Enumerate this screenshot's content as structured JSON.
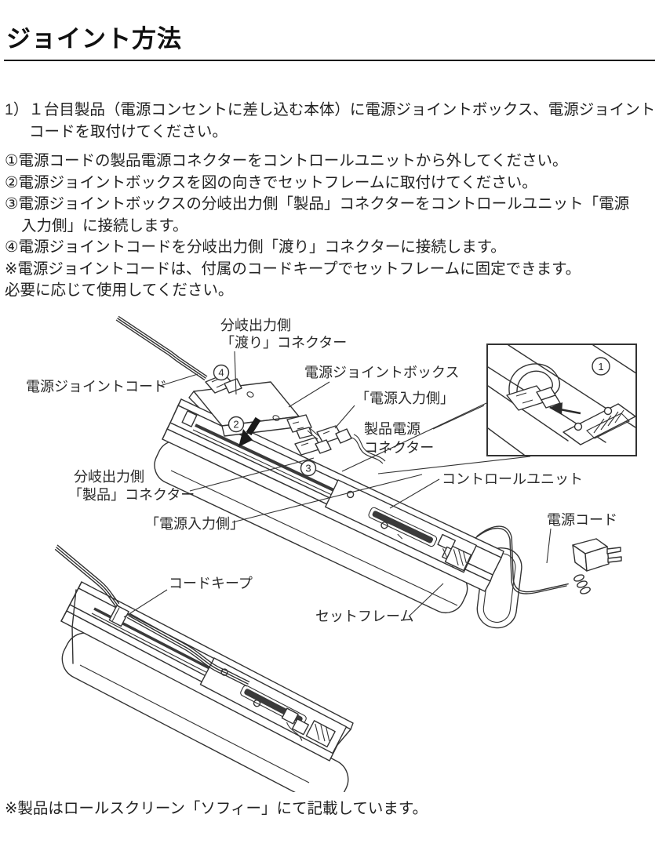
{
  "page": {
    "title": "ジョイント方法",
    "footnote": "※製品はロールスクリーン「ソフィー」にて記載しています。"
  },
  "intro": {
    "marker": "1）",
    "text": "１台目製品（電源コンセントに差し込む本体）に電源ジョイントボックス、電源ジョイントコードを取付けてください。"
  },
  "steps": [
    {
      "marker": "①",
      "text": "電源コードの製品電源コネクターをコントロールユニットから外してください。"
    },
    {
      "marker": "②",
      "text": "電源ジョイントボックスを図の向きでセットフレームに取付けてください。"
    },
    {
      "marker": "③",
      "text": "電源ジョイントボックスの分岐出力側「製品」コネクターをコントロールユニット「電源入力側」に接続します。"
    },
    {
      "marker": "④",
      "text": "電源ジョイントコードを分岐出力側「渡り」コネクターに接続します。"
    },
    {
      "marker": "※",
      "text": "電源ジョイントコードは、付属のコードキープでセットフレームに固定できます。"
    },
    {
      "marker": "",
      "text": "必要に応じて使用してください。"
    }
  ],
  "diagram": {
    "labels": {
      "joint_cord": "電源ジョイントコード",
      "branch_wataru_1": "分岐出力側",
      "branch_wataru_2": "「渡り」コネクター",
      "joint_box": "電源ジョイントボックス",
      "input_side_top": "「電源入力側」",
      "product_connector_1": "製品電源",
      "product_connector_2": "コネクター",
      "control_unit": "コントロールユニット",
      "power_cord": "電源コード",
      "branch_product_1": "分岐出力側",
      "branch_product_2": "「製品」コネクター",
      "input_side_bottom": "「電源入力側」",
      "cord_keep": "コードキープ",
      "set_frame": "セットフレーム",
      "num1": "1",
      "num2": "2",
      "num3": "3",
      "num4": "4"
    },
    "ink": "#2a2a2a"
  }
}
